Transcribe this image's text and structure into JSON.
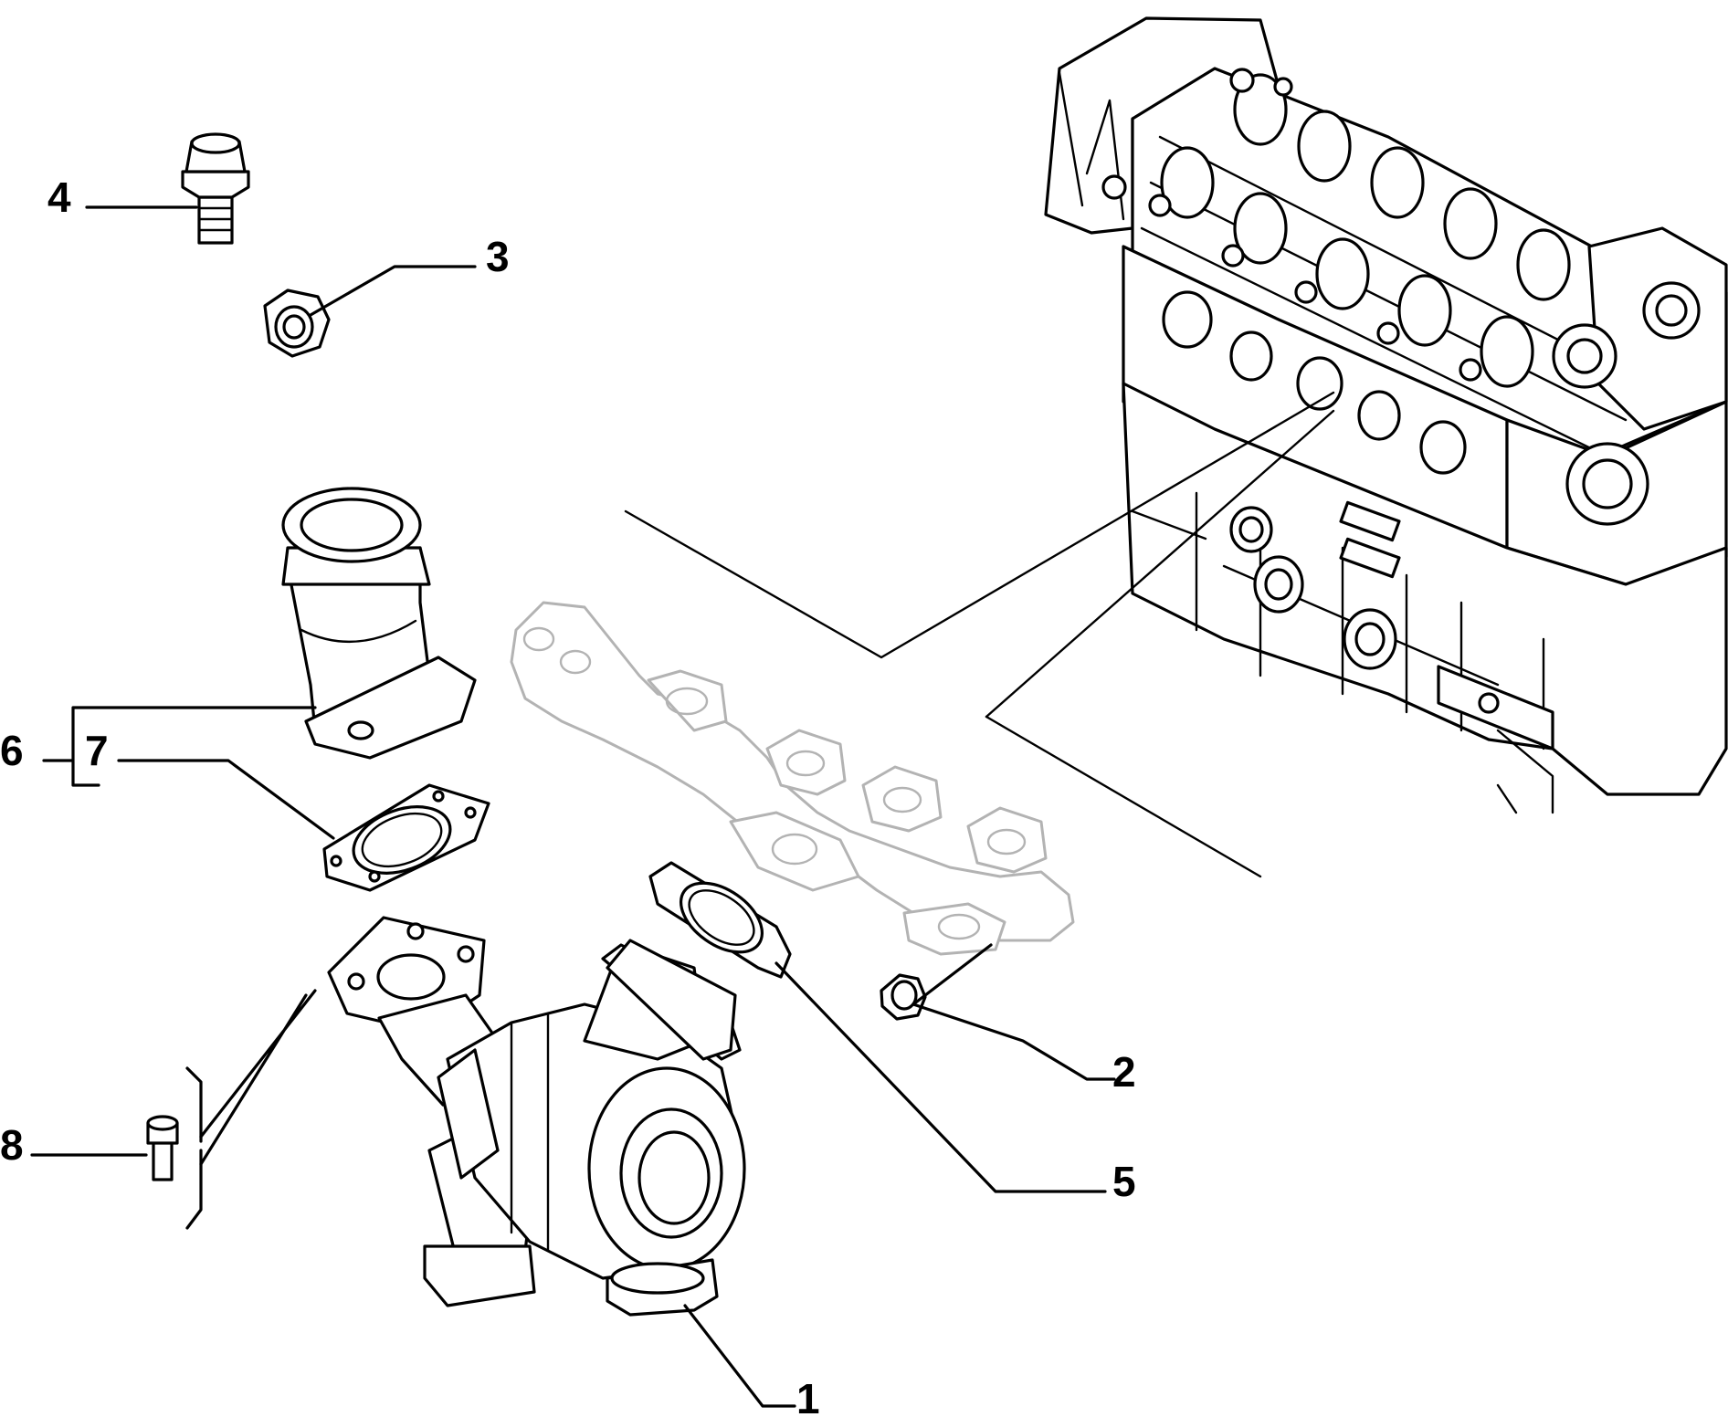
{
  "diagram": {
    "callouts": {
      "c1": "1",
      "c2": "2",
      "c3": "3",
      "c4": "4",
      "c5": "5",
      "c6": "6",
      "c7": "7",
      "c8": "8"
    },
    "colors": {
      "line": "#000000",
      "ghost": "#b3b3b3",
      "background": "#ffffff"
    }
  }
}
